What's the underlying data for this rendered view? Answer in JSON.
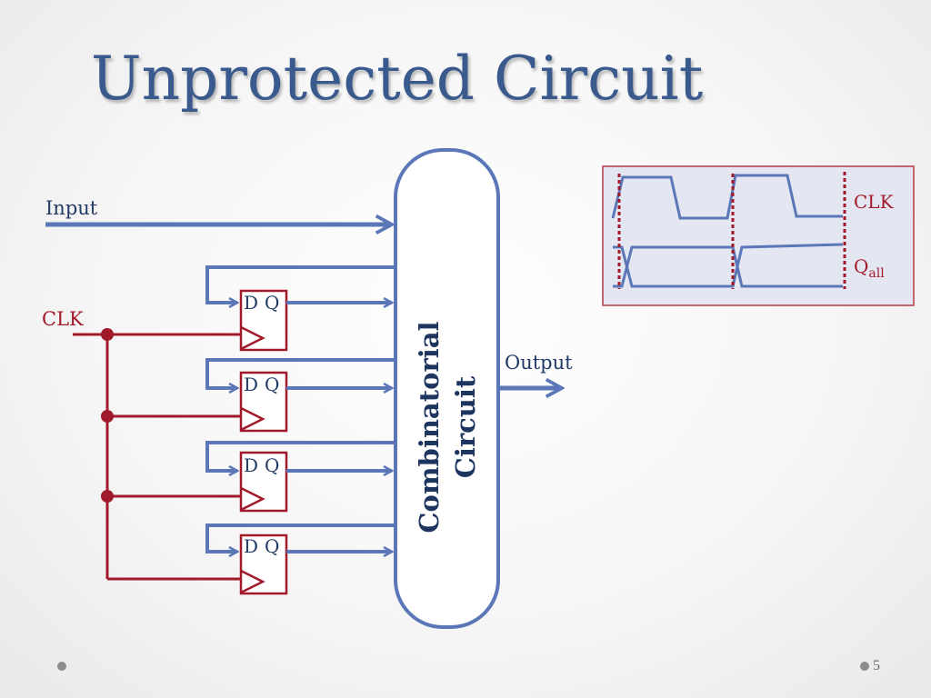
{
  "slide": {
    "title": "Unprotected Circuit",
    "page_number": "5"
  },
  "circuit": {
    "input_label": "Input",
    "clk_label": "CLK",
    "output_label": "Output",
    "block_label_line1": "Combinatorial",
    "block_label_line2": "Circuit",
    "flip_flops": [
      {
        "d_label": "D",
        "q_label": "Q"
      },
      {
        "d_label": "D",
        "q_label": "Q"
      },
      {
        "d_label": "D",
        "q_label": "Q"
      },
      {
        "d_label": "D",
        "q_label": "Q"
      }
    ]
  },
  "timing": {
    "clk_label": "CLK",
    "q_label_main": "Q",
    "q_label_sub": "all"
  },
  "colors": {
    "wire_blue": "#5b77b8",
    "clock_red": "#a11a2a",
    "title_blue": "#3a5a8e",
    "timing_bg": "#e4e7f2"
  }
}
